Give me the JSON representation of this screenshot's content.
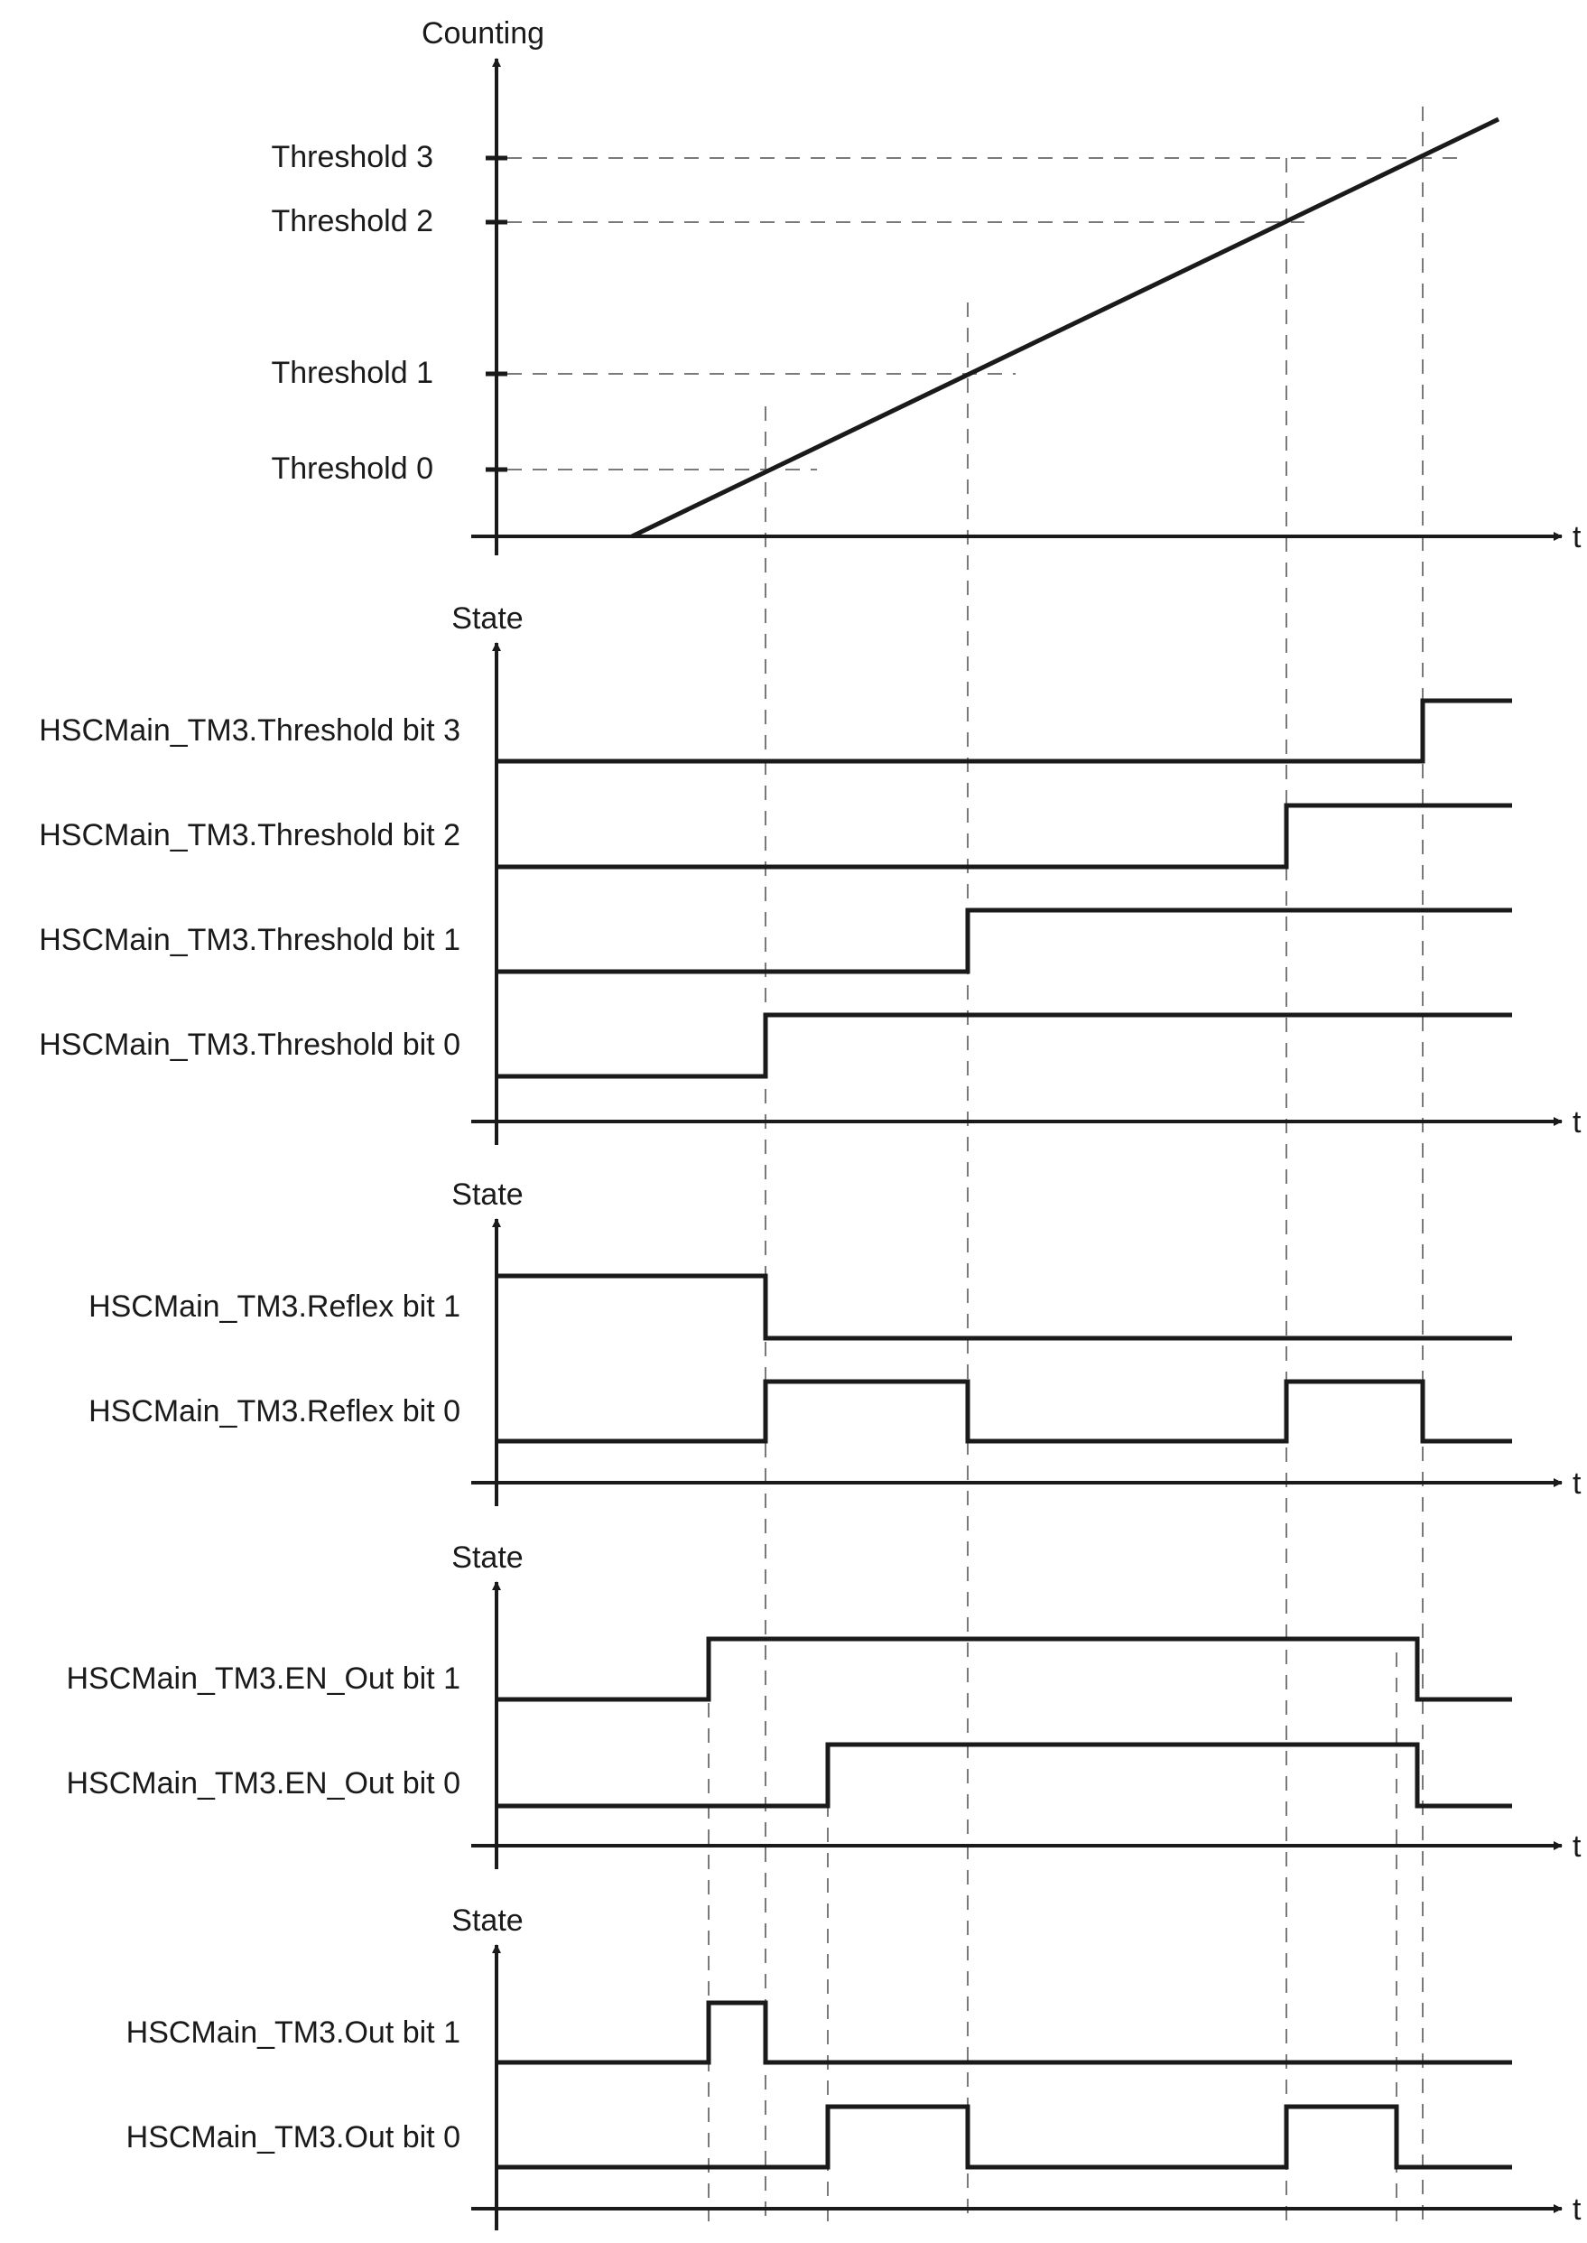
{
  "top_axis": {
    "y_label": "Counting",
    "x_label": "t",
    "thresholds": [
      "Threshold 3",
      "Threshold 2",
      "Threshold 1",
      "Threshold 0"
    ]
  },
  "panels": [
    {
      "y_label": "State",
      "x_label": "t",
      "signals": [
        {
          "label": "HSCMain_TM3.Threshold bit 3",
          "edges": [
            4
          ]
        },
        {
          "label": "HSCMain_TM3.Threshold bit 2",
          "edges": [
            3
          ]
        },
        {
          "label": "HSCMain_TM3.Threshold bit 1",
          "edges": [
            2
          ]
        },
        {
          "label": "HSCMain_TM3.Threshold bit 0",
          "edges": [
            1
          ]
        }
      ]
    },
    {
      "y_label": "State",
      "x_label": "t",
      "signals": [
        {
          "label": "HSCMain_TM3.Reflex bit 1",
          "initial": 1,
          "edges": [
            1
          ]
        },
        {
          "label": "HSCMain_TM3.Reflex bit 0",
          "initial": 0,
          "edges": [
            1,
            2,
            3,
            4
          ]
        }
      ]
    },
    {
      "y_label": "State",
      "x_label": "t",
      "signals": [
        {
          "label": "HSCMain_TM3.EN_Out bit 1",
          "initial": 0,
          "edges": [
            "a",
            "e"
          ]
        },
        {
          "label": "HSCMain_TM3.EN_Out bit 0",
          "initial": 0,
          "edges": [
            "b",
            "f"
          ]
        }
      ]
    },
    {
      "y_label": "State",
      "x_label": "t",
      "signals": [
        {
          "label": "HSCMain_TM3.Out bit 1",
          "initial": 0,
          "edges": [
            "a",
            1
          ]
        },
        {
          "label": "HSCMain_TM3.Out bit 0",
          "initial": 0,
          "edges": [
            "b",
            2,
            3,
            "d"
          ]
        }
      ]
    }
  ]
}
